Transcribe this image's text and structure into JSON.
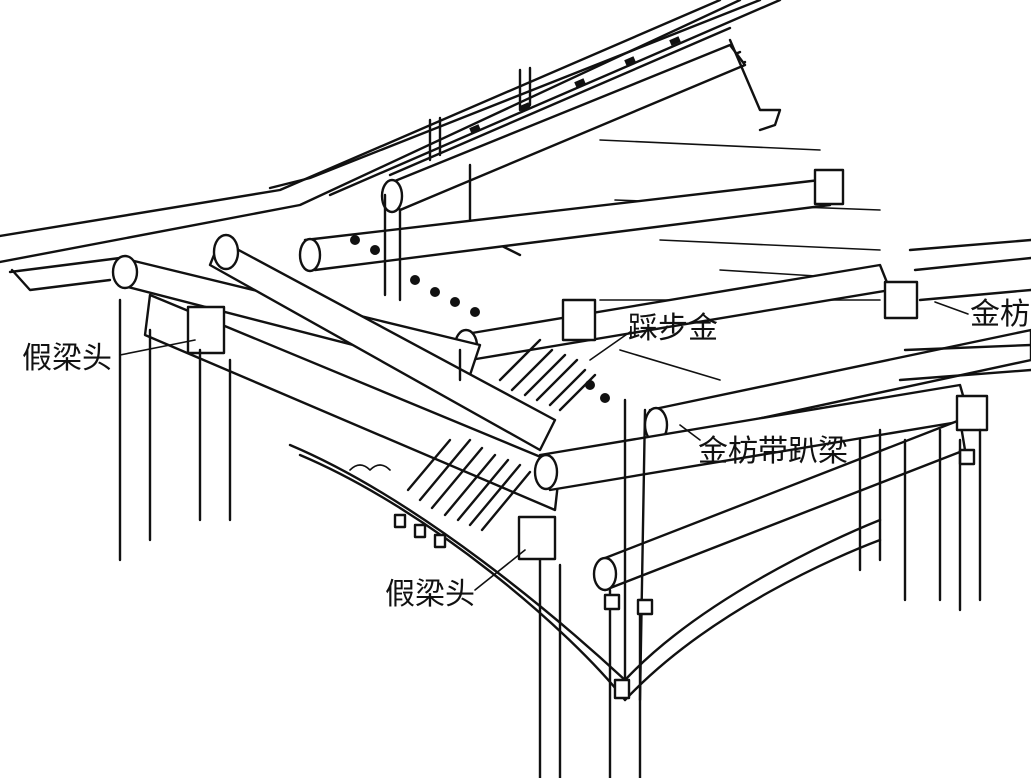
{
  "labels": {
    "jia_liang_tou_left": "假梁头",
    "jin_fang": "金枋",
    "cai_bu_jin": "踩步金",
    "jin_fang_dai_pa_liang": "金枋带趴梁",
    "jia_liang_tou_bottom": "假梁头"
  }
}
